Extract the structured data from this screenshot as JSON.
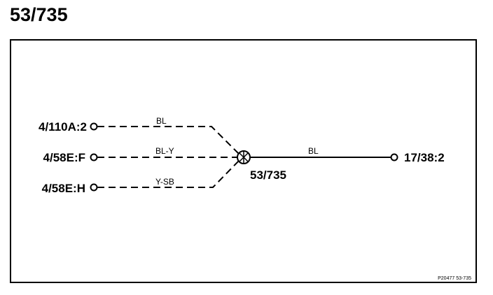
{
  "title": "53/735",
  "splice": {
    "label": "53/735"
  },
  "terminals": {
    "t1": "4/110A:2",
    "t2": "4/58E:F",
    "t3": "4/58E:H",
    "t4": "17/38:2"
  },
  "wires": {
    "w1": "BL",
    "w2": "BL-Y",
    "w3": "Y-SB",
    "w4": "BL"
  },
  "reference": "P20477  53-735"
}
